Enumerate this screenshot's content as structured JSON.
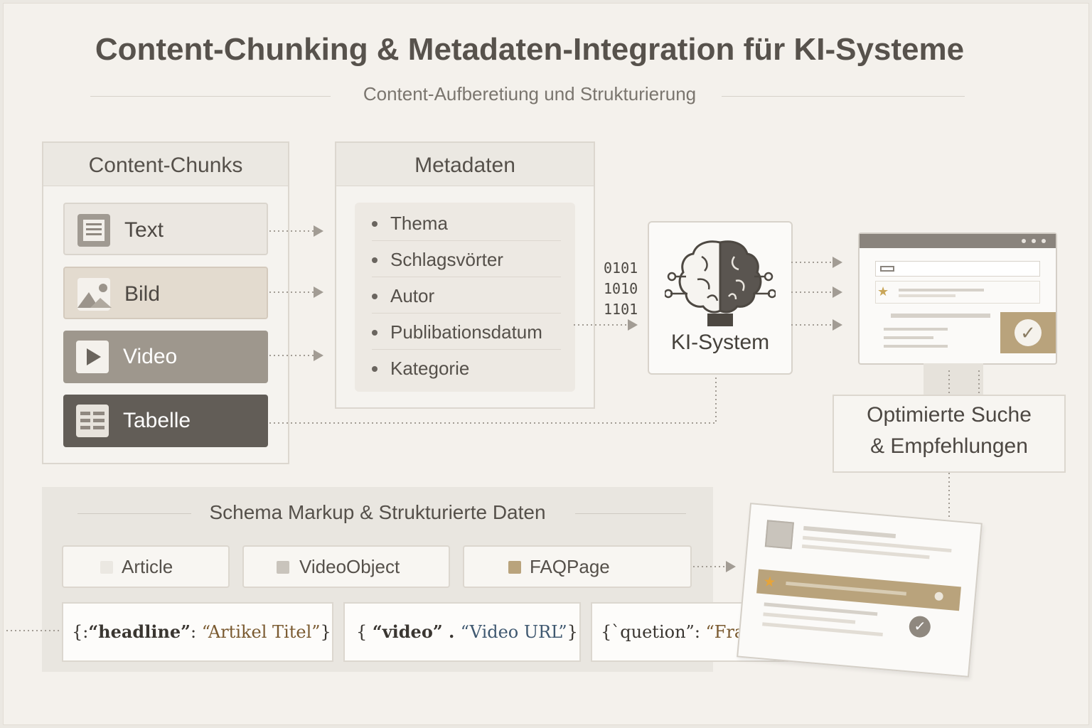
{
  "header": {
    "title": "Content-Chunking & Metadaten-Integration für KI-Systeme",
    "subtitle": "Content-Aufberetiung und Strukturierung"
  },
  "chunks": {
    "title": "Content-Chunks",
    "items": [
      {
        "label": "Text",
        "icon": "text-document-icon"
      },
      {
        "label": "Bild",
        "icon": "image-icon"
      },
      {
        "label": "Video",
        "icon": "play-video-icon"
      },
      {
        "label": "Tabelle",
        "icon": "table-icon"
      }
    ]
  },
  "metadata": {
    "title": "Metadaten",
    "items": [
      "Thema",
      "Schlagsvörter",
      "Autor",
      "Publibationsdatum",
      "Kategorie"
    ]
  },
  "binary": [
    "0101",
    "1010",
    "1101"
  ],
  "ki_system": {
    "label": "KI-System",
    "icon": "brain-circuit-icon"
  },
  "result": {
    "line1": "Optimierte Suche",
    "line2": "& Empfehlungen"
  },
  "schema": {
    "title": "Schema Markup & Strukturierte Daten",
    "types": [
      "Article",
      "VideoObject",
      "FAQPage"
    ],
    "code": [
      {
        "open": "{:",
        "key": "“headline”",
        "sep": ": ",
        "value": "“Artikel Titel”",
        "close": "}"
      },
      {
        "open": "{ ",
        "key": "“video”",
        "sep": " . ",
        "value": "“Video URL”",
        "close": "}"
      },
      {
        "open": "{`",
        "key": "quetion”",
        "sep": ": ",
        "value": "“Frage?”",
        "close": " }"
      }
    ]
  },
  "colors": {
    "accent_gold": "#b9a37c",
    "dark_chunk": "#625d57",
    "mid_chunk": "#9e978d",
    "light_chunk": "#e3dbcf"
  }
}
